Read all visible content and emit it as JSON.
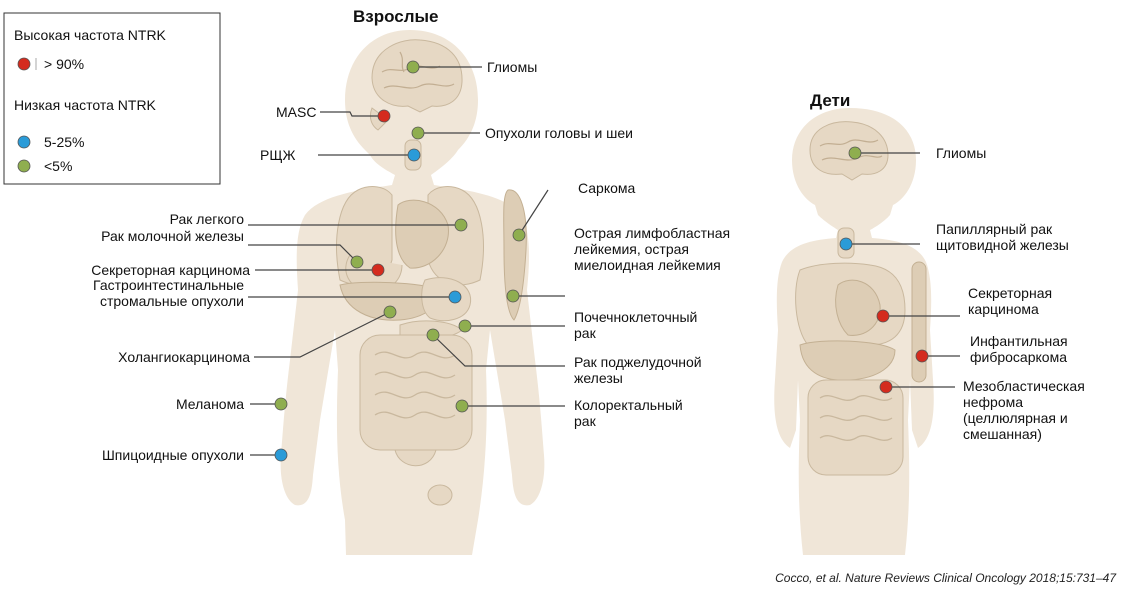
{
  "legend": {
    "high_title": "Высокая частота NTRK",
    "high_item": "> 90%",
    "low_title": "Низкая частота NTRK",
    "low_item1": "5-25%",
    "low_item2": "<5%"
  },
  "colors": {
    "red": "#d42b1e",
    "blue": "#2a9bd8",
    "green": "#8fae4f"
  },
  "adults": {
    "title": "Взрослые",
    "labels": {
      "gliomas": "Глиомы",
      "masc": "MASC",
      "head_neck": "Опухоли головы и шеи",
      "thyroid": "РЩЖ",
      "sarcoma": "Саркома",
      "lung": "Рак легкого",
      "breast": "Рак молочной железы",
      "leukemia_l1": "Острая лимфобластная",
      "leukemia_l2": "лейкемия, острая",
      "leukemia_l3": "миелоидная лейкемия",
      "secretory": "Секреторная карцинома",
      "gist_l1": "Гастроинтестинальные",
      "gist_l2": "стромальные опухоли",
      "renal_l1": "Почечноклеточный",
      "renal_l2": "рак",
      "cholangio": "Холангиокарцинома",
      "pancreas_l1": "Рак поджелудочной",
      "pancreas_l2": "железы",
      "melanoma": "Меланома",
      "colorectal_l1": "Колоректальный",
      "colorectal_l2": "рак",
      "spitz": "Шпицоидные опухоли"
    }
  },
  "children": {
    "title": "Дети",
    "labels": {
      "gliomas": "Глиомы",
      "papillary_l1": "Папиллярный рак",
      "papillary_l2": "щитовидной железы",
      "secretory_l1": "Секреторная",
      "secretory_l2": "карцинома",
      "fibrosarcoma_l1": "Инфантильная",
      "fibrosarcoma_l2": "фибросаркома",
      "nephroma_l1": "Мезобластическая",
      "nephroma_l2": "нефрома",
      "nephroma_l3": "(целлюлярная и",
      "nephroma_l4": "смешанная)"
    }
  },
  "citation": "Cocco, et al. Nature Reviews Clinical Oncology 2018;15:731–47"
}
